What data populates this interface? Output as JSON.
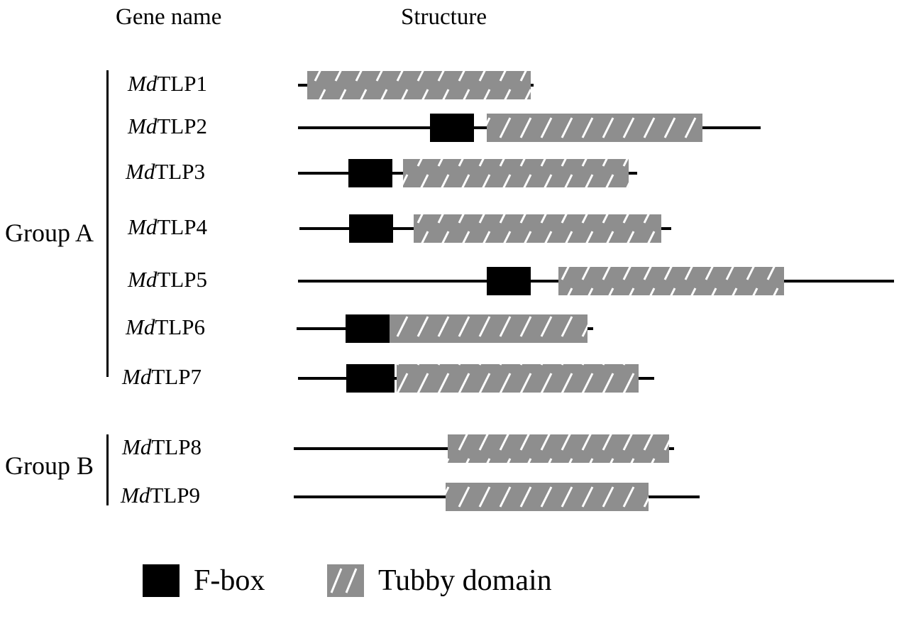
{
  "headers": {
    "gene": "Gene name",
    "structure": "Structure"
  },
  "groups": [
    {
      "label": "Group A",
      "genes": [
        0,
        1,
        2,
        3,
        4,
        5,
        6
      ]
    },
    {
      "label": "Group B",
      "genes": [
        7,
        8
      ]
    }
  ],
  "genes": [
    {
      "prefix": "Md",
      "name": "TLP1",
      "track": [
        420,
        752
      ],
      "fbox": null,
      "tubby": [
        433,
        748
      ]
    },
    {
      "prefix": "Md",
      "name": "TLP2",
      "track": [
        420,
        1072
      ],
      "fbox": [
        606,
        668
      ],
      "tubby": [
        686,
        990
      ]
    },
    {
      "prefix": "Md",
      "name": "TLP3",
      "track": [
        420,
        898
      ],
      "fbox": [
        491,
        553
      ],
      "tubby": [
        568,
        886
      ]
    },
    {
      "prefix": "Md",
      "name": "TLP4",
      "track": [
        422,
        946
      ],
      "fbox": [
        492,
        554
      ],
      "tubby": [
        583,
        932
      ]
    },
    {
      "prefix": "Md",
      "name": "TLP5",
      "track": [
        420,
        1260
      ],
      "fbox": [
        686,
        748
      ],
      "tubby": [
        787,
        1105
      ]
    },
    {
      "prefix": "Md",
      "name": "TLP6",
      "track": [
        418,
        836
      ],
      "fbox": [
        487,
        549
      ],
      "tubby": [
        549,
        828
      ]
    },
    {
      "prefix": "Md",
      "name": "TLP7",
      "track": [
        420,
        922
      ],
      "fbox": [
        488,
        556
      ],
      "tubby": [
        559,
        900
      ]
    },
    {
      "prefix": "Md",
      "name": "TLP8",
      "track": [
        414,
        950
      ],
      "fbox": null,
      "tubby": [
        631,
        943
      ]
    },
    {
      "prefix": "Md",
      "name": "TLP9",
      "track": [
        414,
        986
      ],
      "fbox": null,
      "tubby": [
        628,
        914
      ]
    }
  ],
  "legend": {
    "fbox": "F-box",
    "tubby": "Tubby domain"
  },
  "colors": {
    "fbox": "#000000",
    "tubby": "#8e8e8e",
    "stripe": "#ffffff",
    "line": "#000000"
  }
}
